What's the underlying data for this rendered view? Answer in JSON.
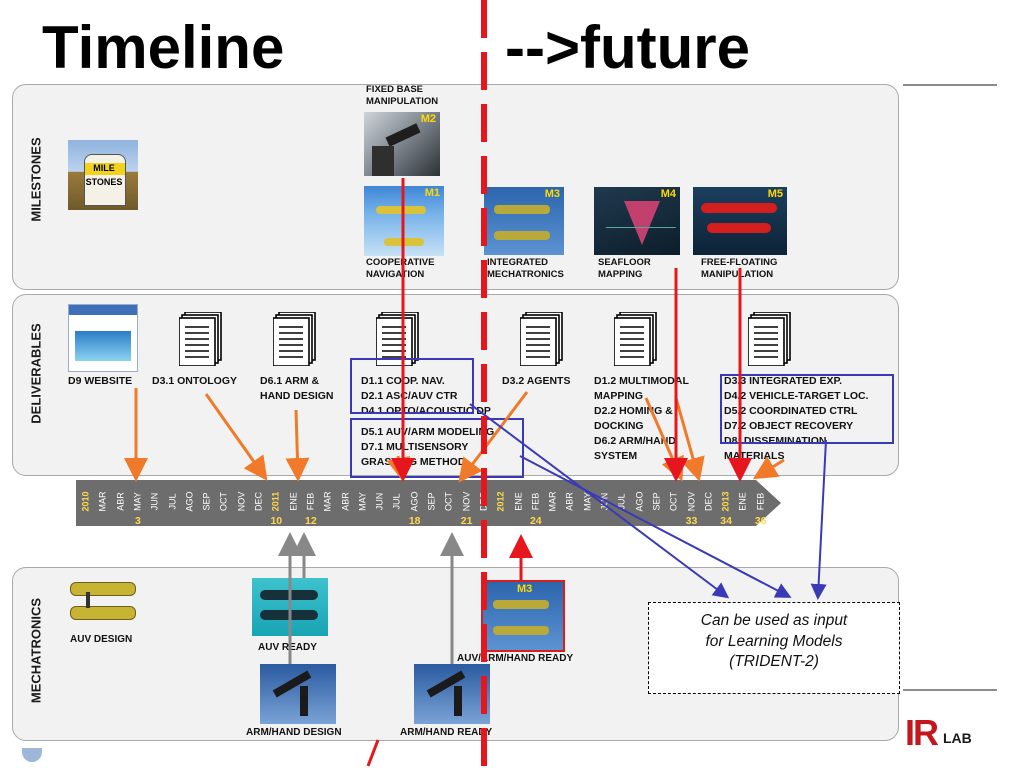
{
  "title_left": "Timeline",
  "title_right": "-->future",
  "panels": {
    "milestones": "MILESTONES",
    "deliverables": "DELIVERABLES",
    "mechatronics": "MECHATRONICS"
  },
  "milestone_logo": {
    "line1": "MILE",
    "line2": "STONES"
  },
  "milestones": {
    "fixed_base": {
      "caption": "FIXED BASE\nMANIPULATION",
      "tag": "M2"
    },
    "coop_nav": {
      "caption": "COOPERATIVE\nNAVIGATION",
      "tag": "M1"
    },
    "integrated": {
      "caption": "INTEGRATED\nMECHATRONICS",
      "tag": "M3"
    },
    "seafloor": {
      "caption": "SEAFLOOR\nMAPPING",
      "tag": "M4"
    },
    "free_floating": {
      "caption": "FREE-FLOATING\nMANIPULATION",
      "tag": "M5"
    }
  },
  "deliverables": {
    "d9": "D9 WEBSITE",
    "d31": "D3.1 ONTOLOGY",
    "d61": "D6.1 ARM &\nHAND DESIGN",
    "group1a": "D1.1 COOP. NAV.\nD2.1 ASC/AUV CTR\nD4.1 OPTO/ACOUSTIC DP",
    "group1b": "D5.1 AUV/ARM MODELING\nD7.1 MULTISENSORY\nGRASPING METHOD",
    "d32": "D3.2 AGENTS",
    "group2": "D1.2 MULTIMODAL\nMAPPING\nD2.2 HOMING &\nDOCKING\nD6.2 ARM/HAND\nSYSTEM",
    "group3": "D3.3 INTEGRATED EXP.\nD4.2 VEHICLE-TARGET LOC.\nD5.2 COORDINATED CTRL\nD7.2 OBJECT RECOVERY\nD8: DISSEMINATION\nMATERIALS"
  },
  "timeline": {
    "labels": [
      "2010",
      "MAR",
      "ABR",
      "MAY",
      "JUN",
      "JUL",
      "AGO",
      "SEP",
      "OCT",
      "NOV",
      "DEC",
      "2011",
      "ENE",
      "FEB",
      "MAR",
      "ABR",
      "MAY",
      "JUN",
      "JUL",
      "AGO",
      "SEP",
      "OCT",
      "NOV",
      "DEC",
      "2012",
      "ENE",
      "FEB",
      "MAR",
      "ABR",
      "MAY",
      "JUN",
      "JUL",
      "AGO",
      "SEP",
      "OCT",
      "NOV",
      "DEC",
      "2013",
      "ENE",
      "FEB"
    ],
    "numbers": [
      "3",
      "10",
      "12",
      "18",
      "21",
      "24",
      "33",
      "34",
      "36"
    ]
  },
  "mechatronics": {
    "auv_design": "AUV DESIGN",
    "auv_ready": "AUV READY",
    "arm_hand_design": "ARM/HAND DESIGN",
    "arm_hand_ready": "ARM/HAND READY",
    "auv_arm_hand_ready": "AUV/ARM/HAND READY",
    "m3_tag": "M3"
  },
  "callout": "Can be used as input\nfor Learning Models\n(TRIDENT-2)",
  "logo": {
    "ir": "IR",
    "lab": "LAB"
  },
  "colors": {
    "arrow_orange": "#f07a2a",
    "arrow_red": "#e6161e",
    "arrow_gray": "#888888",
    "box_blue": "#3a3ab8",
    "timeline_gray": "#6d6d6d"
  }
}
